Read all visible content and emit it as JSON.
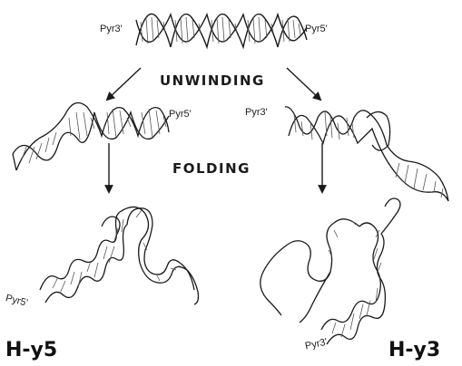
{
  "labels": {
    "top_left_end": "Pyr3'",
    "top_right_end": "Pyr5'",
    "step_unwinding": "UNWINDING",
    "step_folding": "FOLDING",
    "mid_left_end": "Pyr5'",
    "mid_right_end": "Pyr3'",
    "bottom_left_end": "Pyr5'",
    "bottom_right_end": "Pyr3'",
    "structure_left": "H-y5",
    "structure_right": "H-y3"
  },
  "colors": {
    "ink": "#1a1a1a",
    "hatch": "#555555",
    "background": "#ffffff"
  }
}
